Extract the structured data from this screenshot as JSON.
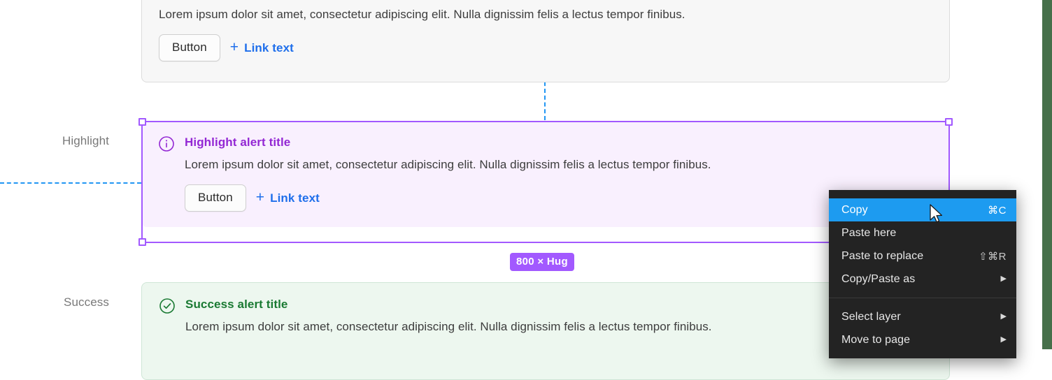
{
  "canvas": {
    "row_labels": [
      {
        "name": "highlight",
        "text": "Highlight"
      },
      {
        "name": "success",
        "text": "Success"
      }
    ],
    "size_badge": "800 × Hug",
    "selection_color": "#a259ff",
    "guide_color": "#2196f3",
    "right_strip_color": "#46704a"
  },
  "alerts": [
    {
      "variant": "neutral",
      "title": "",
      "description": "Lorem ipsum dolor sit amet, consectetur adipiscing elit. Nulla dignissim felis a lectus tempor finibus.",
      "button_label": "Button",
      "link_label": "Link text",
      "link_icon": "plus-icon",
      "bg": "#f7f7f7"
    },
    {
      "variant": "highlight",
      "icon": "info-circle-icon",
      "title": "Highlight alert title",
      "description": "Lorem ipsum dolor sit amet, consectetur adipiscing elit. Nulla dignissim felis a lectus tempor finibus.",
      "button_label": "Button",
      "link_label": "Link text",
      "link_icon": "plus-icon",
      "bg": "#f9f0fe",
      "title_color": "#9327d4"
    },
    {
      "variant": "success",
      "icon": "check-circle-icon",
      "title": "Success alert title",
      "description": "Lorem ipsum dolor sit amet, consectetur adipiscing elit. Nulla dignissim felis a lectus tempor finibus.",
      "bg": "#edf7ef",
      "title_color": "#1a7a33"
    }
  ],
  "context_menu": {
    "items": [
      {
        "label": "Copy",
        "shortcut": "⌘C",
        "submenu": false,
        "selected": true
      },
      {
        "label": "Paste here",
        "shortcut": "",
        "submenu": false,
        "selected": false
      },
      {
        "label": "Paste to replace",
        "shortcut": "⇧⌘R",
        "submenu": false,
        "selected": false
      },
      {
        "label": "Copy/Paste as",
        "shortcut": "",
        "submenu": true,
        "selected": false
      }
    ],
    "items_group2": [
      {
        "label": "Select layer",
        "shortcut": "",
        "submenu": true,
        "selected": false
      },
      {
        "label": "Move to page",
        "shortcut": "",
        "submenu": true,
        "selected": false
      }
    ],
    "submenu_arrow": "▶"
  }
}
